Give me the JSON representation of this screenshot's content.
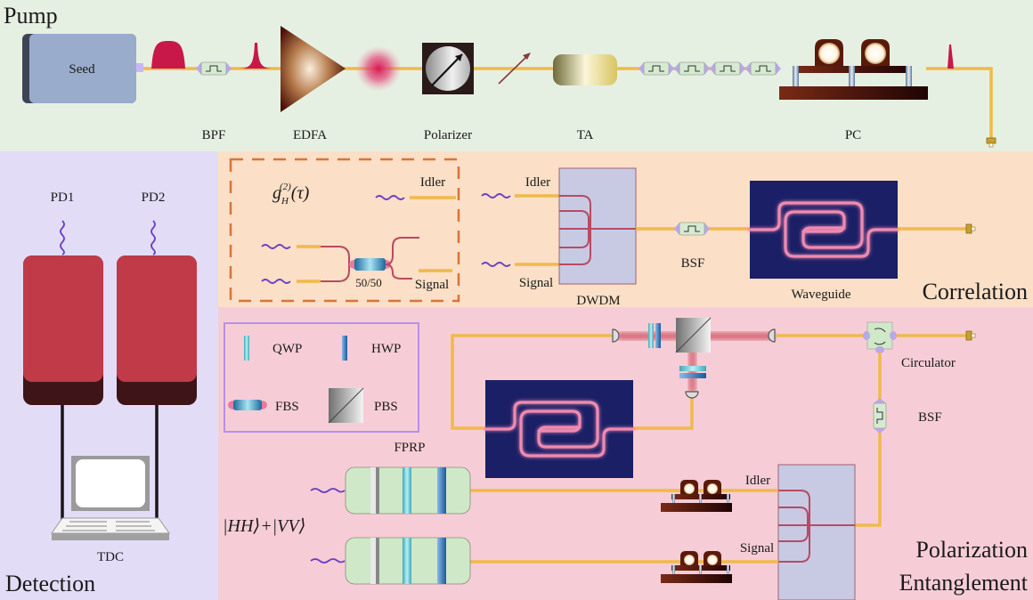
{
  "sections": {
    "pump": {
      "title": "Pump",
      "bg": "#e6f0e2"
    },
    "detection": {
      "title": "Detection",
      "bg": "#e3dcf7"
    },
    "correlation": {
      "title": "Correlation",
      "bg": "#fbdfc6"
    },
    "polarization": {
      "title_line1": "Polarization",
      "title_line2": "Entanglement",
      "bg": "#f6cdd6"
    }
  },
  "pump": {
    "seed": "Seed",
    "bpf": "BPF",
    "edfa": "EDFA",
    "polarizer": "Polarizer",
    "ta": "TA",
    "pc": "PC"
  },
  "detection": {
    "pd1": "PD1",
    "pd2": "PD2",
    "tdc": "TDC"
  },
  "correlation": {
    "g2_label": "g_H^(2)(τ)",
    "g2_base": "g",
    "g2_sub": "H",
    "g2_sup": "(2)",
    "g2_arg": "(τ)",
    "idler_inset": "Idler",
    "signal_inset": "Signal",
    "splitter": "50/50",
    "idler": "Idler",
    "signal": "Signal",
    "dwdm": "DWDM",
    "bsf": "BSF",
    "waveguide": "Waveguide"
  },
  "polarization": {
    "legend": {
      "qwp": "QWP",
      "hwp": "HWP",
      "fbs": "FBS",
      "pbs": "PBS"
    },
    "fprp": "FPRP",
    "state": "|HH⟩+|VV⟩",
    "circulator": "Circulator",
    "bsf": "BSF",
    "idler": "Idler",
    "signal": "Signal"
  },
  "colors": {
    "fiber": "#f0b94a",
    "waveguide_chip": "#1a1f66",
    "detector": "#c03a48",
    "pulse": "#c8184a"
  }
}
